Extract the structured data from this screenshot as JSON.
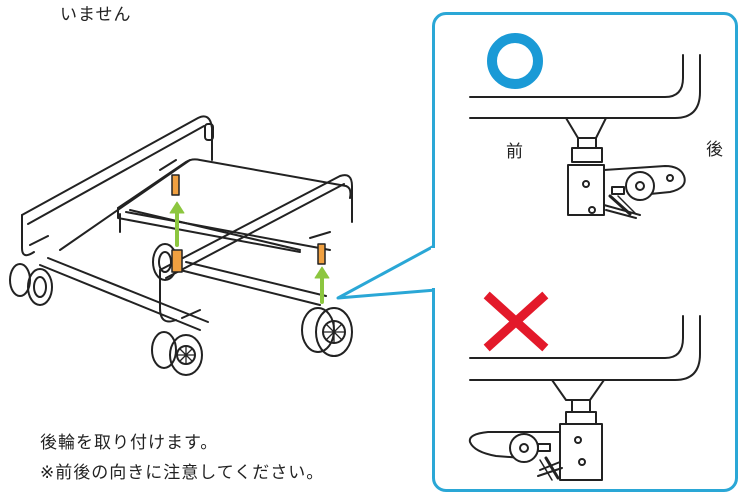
{
  "top_fragment": "いません",
  "instructions": {
    "line1": "後輪を取り付けます。",
    "line2": "※前後の向きに注意してください。"
  },
  "detail": {
    "correct_mark": "○",
    "incorrect_mark": "×",
    "front_label": "前",
    "rear_label": "後",
    "accent_color": "#2aa7d6",
    "correct_color": "#1a9ad6",
    "incorrect_color": "#e3192a",
    "arrow_color": "#8cc63f",
    "pin_color": "#f0a040"
  }
}
